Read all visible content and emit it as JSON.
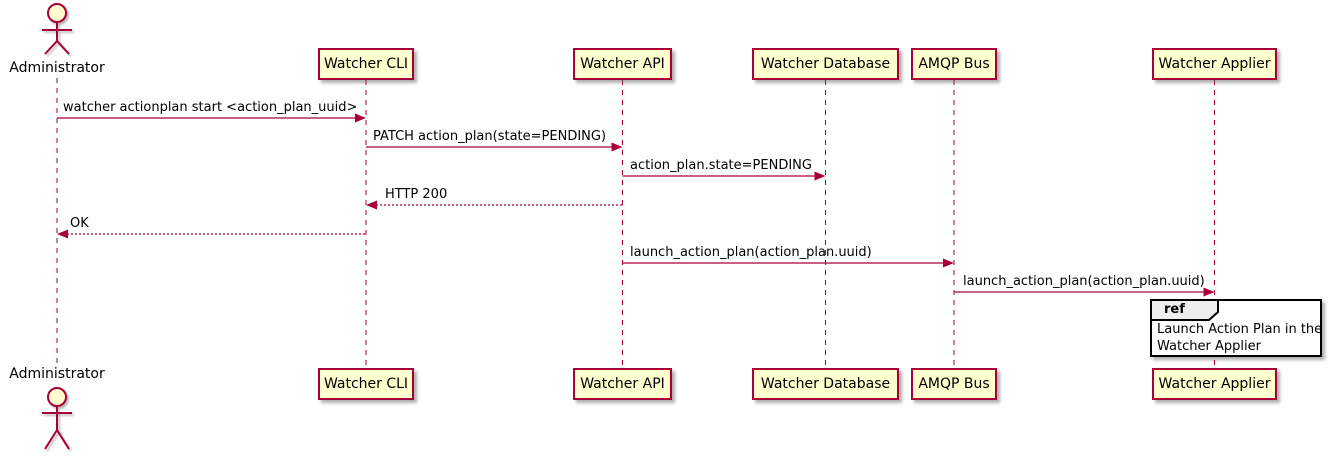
{
  "diagram_type": "uml-sequence",
  "actor": {
    "label": "Administrator"
  },
  "participants": [
    {
      "label": "Watcher CLI"
    },
    {
      "label": "Watcher API"
    },
    {
      "label": "Watcher Database"
    },
    {
      "label": "AMQP Bus"
    },
    {
      "label": "Watcher Applier"
    }
  ],
  "messages": [
    {
      "from": "Administrator",
      "to": "Watcher CLI",
      "text": "watcher actionplan start <action_plan_uuid>",
      "line": "solid",
      "direction": "right"
    },
    {
      "from": "Watcher CLI",
      "to": "Watcher API",
      "text": "PATCH action_plan(state=PENDING)",
      "line": "solid",
      "direction": "right"
    },
    {
      "from": "Watcher API",
      "to": "Watcher Database",
      "text": "action_plan.state=PENDING",
      "line": "solid",
      "direction": "right"
    },
    {
      "from": "Watcher API",
      "to": "Watcher CLI",
      "text": "HTTP 200",
      "line": "dashed",
      "direction": "left"
    },
    {
      "from": "Watcher CLI",
      "to": "Administrator",
      "text": "OK",
      "line": "dashed",
      "direction": "left"
    },
    {
      "from": "Watcher API",
      "to": "AMQP Bus",
      "text": "launch_action_plan(action_plan.uuid)",
      "line": "solid",
      "direction": "right"
    },
    {
      "from": "AMQP Bus",
      "to": "Watcher Applier",
      "text": "launch_action_plan(action_plan.uuid)",
      "line": "solid",
      "direction": "right"
    }
  ],
  "ref": {
    "keyword": "ref",
    "over": "Watcher Applier",
    "lines": [
      "Launch Action Plan in the",
      "Watcher Applier"
    ]
  },
  "colors": {
    "participant_fill": "#FEFECE",
    "participant_border": "#A80036",
    "arrow": "#A80036",
    "lifeline": "#A80036",
    "text": "#000000",
    "ref_border": "#000000",
    "ref_header_fill": "#EEEEEE",
    "background": "#FFFFFF"
  }
}
